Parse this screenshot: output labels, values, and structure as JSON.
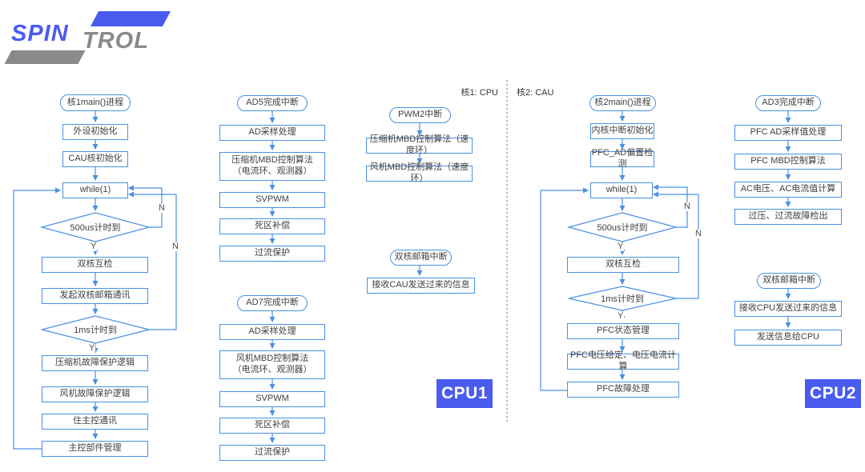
{
  "logo": {
    "spin": "SPIN",
    "trol": "TROL"
  },
  "regions": {
    "core1": "核1: CPU",
    "core2": "核2: CAU"
  },
  "badges": {
    "cpu1": "CPU1",
    "cpu2": "CPU2"
  },
  "labels": {
    "yes": "Y",
    "no": "N"
  },
  "colors": {
    "stroke": "#4A90E2",
    "badge_blue": "#4A5BF0",
    "logo_blue": "#4A5BF0",
    "logo_gray": "#8A8A8A",
    "text": "#3F3F3F"
  },
  "flows": {
    "core1_main": [
      "核1main()进程",
      "外设初始化",
      "CAU核初始化",
      "while(1)",
      "500us计时到",
      "双核互检",
      "发起双核邮箱通讯",
      "1ms计时到",
      "压缩机故障保护逻辑",
      "风机故障保护逻辑",
      "住主控通讯",
      "主控部件管理"
    ],
    "core1_ad5": [
      "AD5完成中断",
      "AD采样处理",
      "压缩机MBD控制算法\n（电流环、观测器）",
      "SVPWM",
      "死区补偿",
      "过流保护"
    ],
    "core1_ad7": [
      "AD7完成中断",
      "AD采样处理",
      "风机MBD控制算法\n（电流环、观测器）",
      "SVPWM",
      "死区补偿",
      "过流保护"
    ],
    "core1_pwm2": [
      "PWM2中断",
      "压缩机MBD控制算法（速度环）",
      "风机MBD控制算法（速度环）"
    ],
    "core1_mailbox": [
      "双核邮箱中断",
      "接收CAU发送过来的信息"
    ],
    "core2_main": [
      "核2main()进程",
      "内核中断初始化",
      "PFC_AD偏置检测",
      "while(1)",
      "500us计时到",
      "双核互检",
      "1ms计时到",
      "PFC状态管理",
      "PFC电压给定、电压电流计算",
      "PFC故障处理"
    ],
    "core2_ad3": [
      "AD3完成中断",
      "PFC AD采样值处理",
      "PFC MBD控制算法",
      "AC电压、AC电流值计算",
      "过压、过流故障检出"
    ],
    "core2_mailbox": [
      "双核邮箱中断",
      "接收CPU发送过来的信息",
      "发送信息给CPU"
    ]
  }
}
